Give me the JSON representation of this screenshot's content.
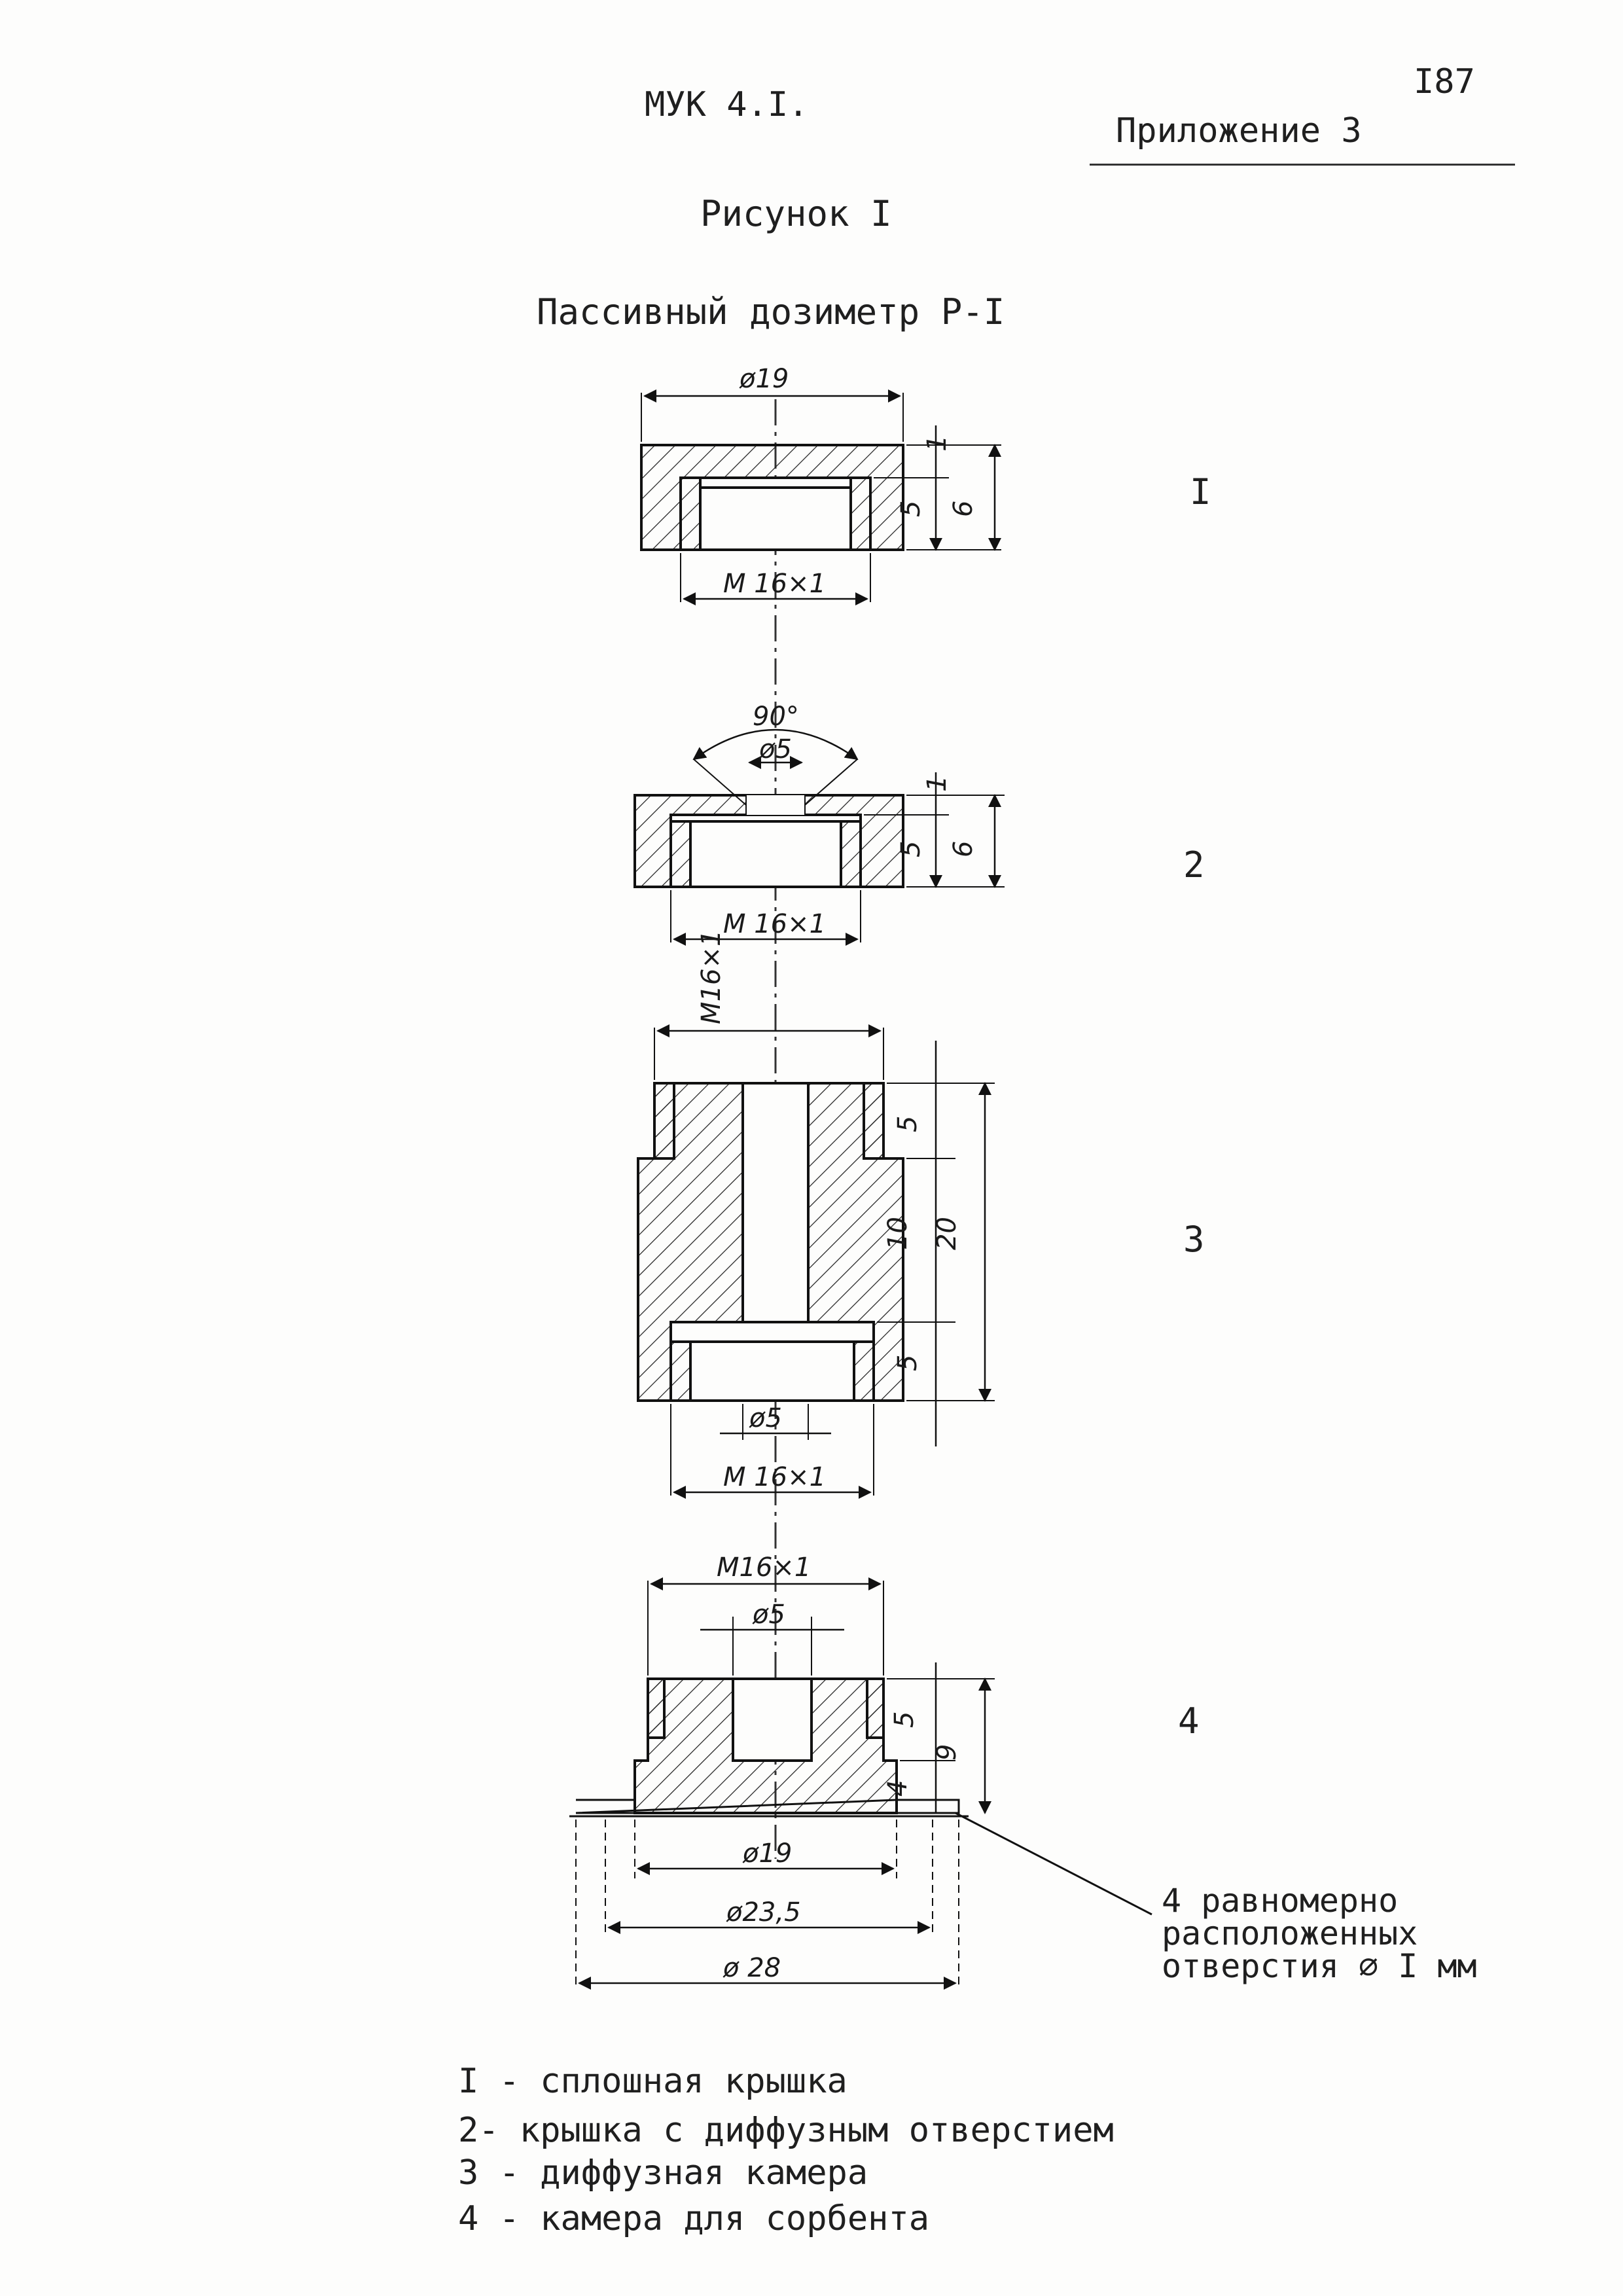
{
  "header": {
    "doc_code": "МУК 4.I.",
    "page_number": "I87",
    "appendix": "Приложение  3"
  },
  "figure": {
    "number": "Рисунок I",
    "caption": "Пассивный дозиметр Р-I"
  },
  "parts": [
    {
      "number": "I",
      "dims": {
        "diameter": "ø19",
        "top": "1",
        "height_inner": "5",
        "height_total": "6",
        "thread": "М 16×1"
      }
    },
    {
      "number": "2",
      "dims": {
        "angle": "90°",
        "hole": "ø5",
        "top": "1",
        "height_inner": "5",
        "height_total": "6",
        "thread": "М 16×1"
      }
    },
    {
      "number": "3",
      "dims": {
        "thread_top": "М16×1",
        "upper": "5",
        "middle": "10",
        "lower": "5",
        "total": "20",
        "hole": "ø5",
        "thread_bottom": "М 16×1"
      }
    },
    {
      "number": "4",
      "dims": {
        "thread": "М16×1",
        "hole": "ø5",
        "upper": "5",
        "flange": "4",
        "total": "9",
        "d1": "ø19",
        "d2": "ø23,5",
        "d3": "ø 28"
      }
    }
  ],
  "note": {
    "line1": "4 равномерно",
    "line2": "расположенных",
    "line3": "отверстия ∅ I мм"
  },
  "legend": [
    "I - сплошная крышка",
    "2-  крышка с диффузным отверстием",
    "3 - диффузная камера",
    "4 - камера для сорбента"
  ]
}
